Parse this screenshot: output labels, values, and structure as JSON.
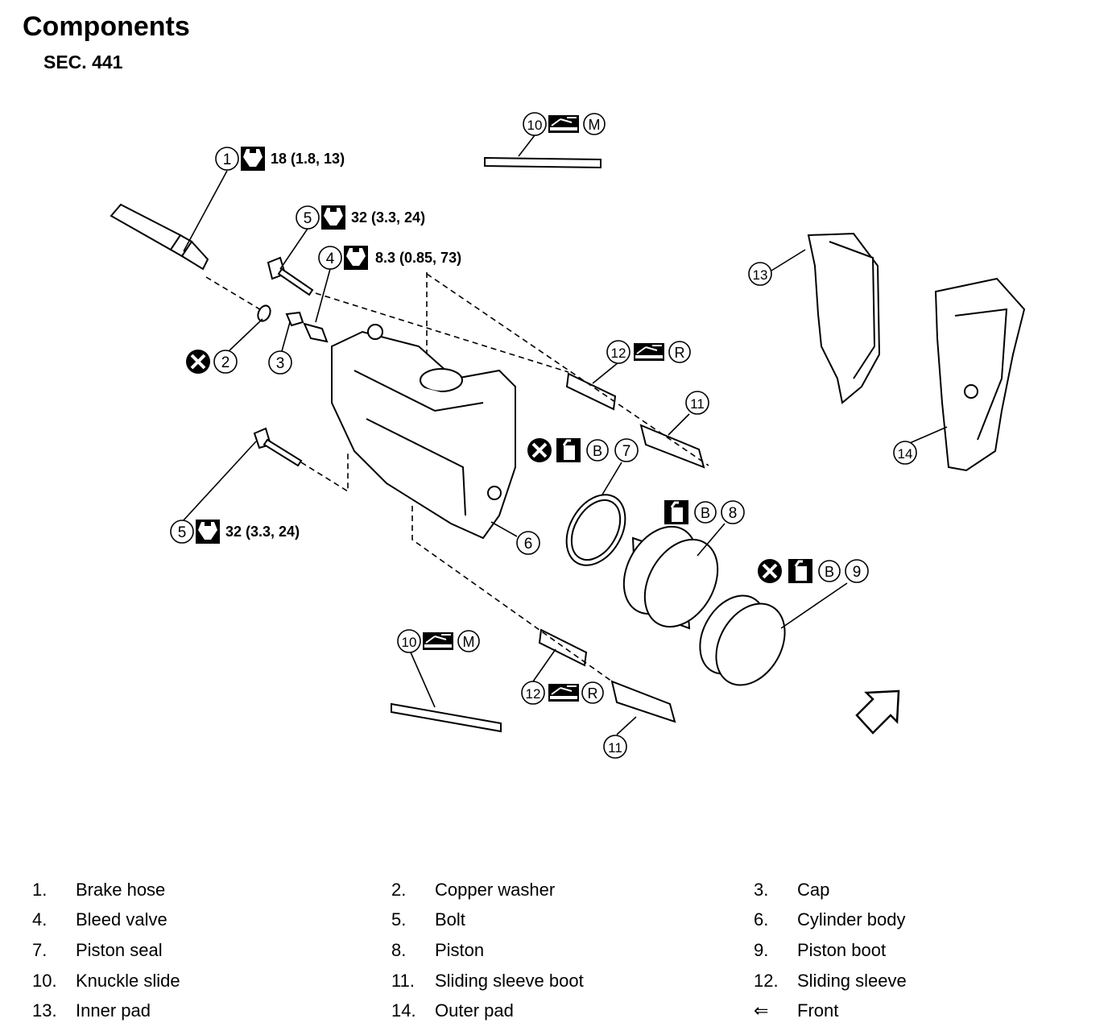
{
  "header": {
    "title": "Components",
    "section": "SEC. 441"
  },
  "callouts": [
    {
      "number": "1",
      "torque": "18 (1.8, 13)",
      "symbols": [
        "torque-icon"
      ]
    },
    {
      "number": "2",
      "symbols": [
        "do-not-reuse-icon"
      ]
    },
    {
      "number": "3",
      "symbols": []
    },
    {
      "number": "4",
      "torque": "8.3 (0.85, 73)",
      "symbols": [
        "torque-icon"
      ]
    },
    {
      "number": "5",
      "torque": "32 (3.3, 24)",
      "symbols": [
        "torque-icon"
      ]
    },
    {
      "number": "5",
      "torque": "32 (3.3, 24)",
      "symbols": [
        "torque-icon"
      ]
    },
    {
      "number": "6",
      "symbols": []
    },
    {
      "number": "7",
      "symbols": [
        "do-not-reuse-icon",
        "grease-icon"
      ],
      "letter": "B"
    },
    {
      "number": "8",
      "symbols": [
        "grease-icon"
      ],
      "letter": "B"
    },
    {
      "number": "9",
      "symbols": [
        "do-not-reuse-icon",
        "grease-icon"
      ],
      "letter": "B"
    },
    {
      "number": "10",
      "symbols": [
        "lubricant-icon"
      ],
      "letter": "M"
    },
    {
      "number": "10",
      "symbols": [
        "lubricant-icon"
      ],
      "letter": "M"
    },
    {
      "number": "11",
      "symbols": []
    },
    {
      "number": "11",
      "symbols": []
    },
    {
      "number": "12",
      "symbols": [
        "lubricant-icon"
      ],
      "letter": "R"
    },
    {
      "number": "12",
      "symbols": [
        "lubricant-icon"
      ],
      "letter": "R"
    },
    {
      "number": "13",
      "symbols": []
    },
    {
      "number": "14",
      "symbols": []
    }
  ],
  "legend": [
    {
      "num": "1.",
      "name": "Brake hose"
    },
    {
      "num": "2.",
      "name": "Copper washer"
    },
    {
      "num": "3.",
      "name": "Cap"
    },
    {
      "num": "4.",
      "name": "Bleed valve"
    },
    {
      "num": "5.",
      "name": "Bolt"
    },
    {
      "num": "6.",
      "name": "Cylinder body"
    },
    {
      "num": "7.",
      "name": "Piston seal"
    },
    {
      "num": "8.",
      "name": "Piston"
    },
    {
      "num": "9.",
      "name": "Piston boot"
    },
    {
      "num": "10.",
      "name": "Knuckle slide"
    },
    {
      "num": "11.",
      "name": "Sliding sleeve boot"
    },
    {
      "num": "12.",
      "name": "Sliding sleeve"
    },
    {
      "num": "13.",
      "name": "Inner pad"
    },
    {
      "num": "14.",
      "name": "Outer pad"
    },
    {
      "num": "⇐",
      "name": "Front"
    }
  ]
}
